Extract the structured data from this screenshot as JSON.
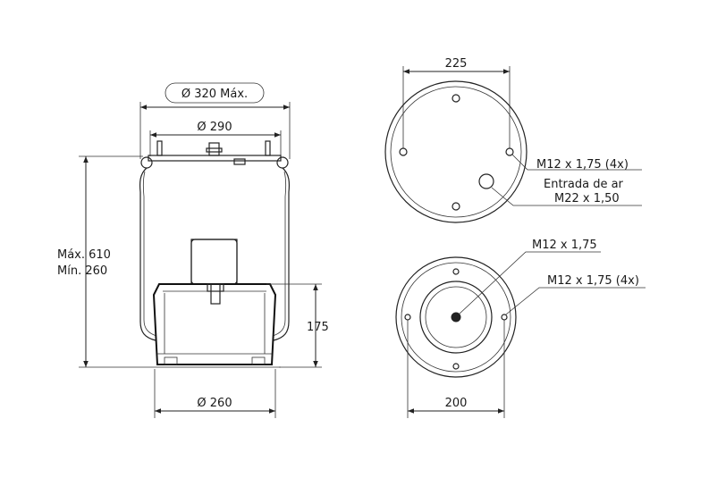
{
  "labels": {
    "max_diameter": "Ø 320 Máx.",
    "top_diameter": "Ø 290",
    "max_height": "Máx. 610",
    "min_height": "Mín. 260",
    "piston_height": "175",
    "base_diameter": "Ø 260",
    "top_plate_spacing": "225",
    "top_bolts": "M12 x 1,75 (4x)",
    "air_inlet_label": "Entrada de ar",
    "air_inlet_thread": "M22 x 1,50",
    "center_bolt": "M12 x 1,75",
    "bottom_bolts": "M12 x 1,75 (4x)",
    "bottom_plate_spacing": "200"
  }
}
